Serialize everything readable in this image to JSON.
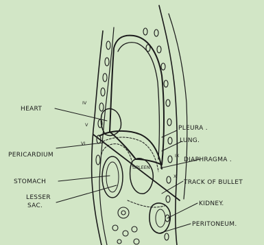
{
  "background_color": "#d2e6c6",
  "ink_color": "#1a1a1a",
  "labels": {
    "heart": "HEART",
    "pericardium": "PERICARDIUM",
    "stomach": "STOMACH",
    "lesser_sac_1": "LESSER",
    "lesser_sac_2": "SAC.",
    "pleura": "PLEURA .",
    "lung": "LUNG.",
    "diaphragma": "DIAPHRAGMA .",
    "track_of_bullet": "TRACK OF BULLET",
    "kidney": "KIDNEY.",
    "peritoneum": "PERITONEUM.",
    "spleen": "SPLEEN"
  },
  "vertebra_marks": {
    "iv": "IV",
    "v": "V",
    "vi": "VI",
    "ix": "IX",
    "x": "X"
  }
}
